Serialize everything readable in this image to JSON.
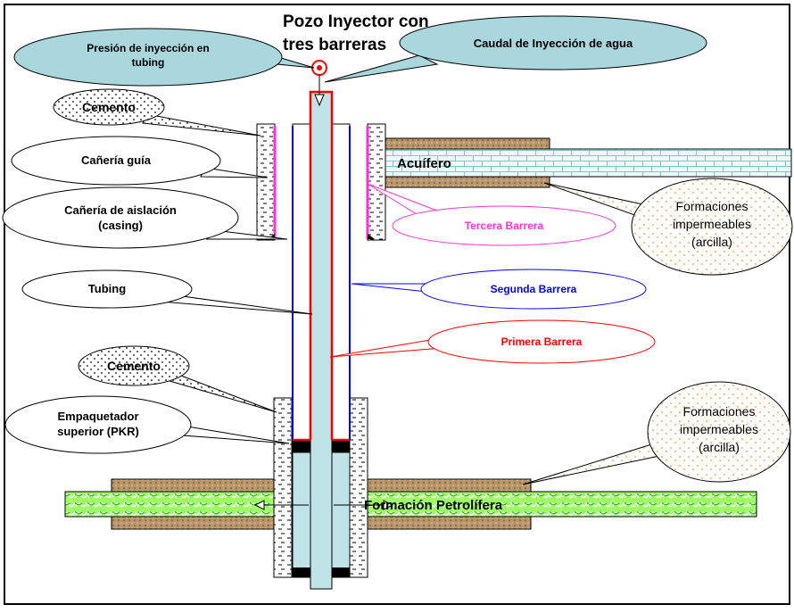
{
  "diagram": {
    "title_line1": "Pozo Inyector con",
    "title_line2": "tres barreras"
  },
  "callouts": {
    "injection_pressure_line1": "Presión de inyección en",
    "injection_pressure_line2": "tubing",
    "water_flow": "Caudal de Inyección de agua",
    "cement_top": "Cemento",
    "guide_pipe": "Cañería guía",
    "casing_line1": "Cañería de aislación",
    "casing_line2": "(casing)",
    "tubing": "Tubing",
    "cement_bottom": "Cemento",
    "packer_line1": "Empaquetador",
    "packer_line2": "superior (PKR)",
    "third_barrier": "Tercera Barrera",
    "second_barrier": "Segunda Barrera",
    "first_barrier": "Primera Barrera",
    "impermeable_top_line1": "Formaciones",
    "impermeable_top_line2": "impermeables",
    "impermeable_top_line3": "(arcilla)",
    "impermeable_bottom_line1": "Formaciones",
    "impermeable_bottom_line2": "impermeables",
    "impermeable_bottom_line3": "(arcilla)"
  },
  "layers": {
    "aquifer": "Acuífero",
    "oil_formation": "Formación Petrolífera"
  },
  "colors": {
    "third_barrier": "#ff33cc",
    "second_barrier": "#0000ff",
    "first_barrier": "#ff0000",
    "tubing_fill": "#bfe3e6",
    "callout_fill": "#a9d7dd",
    "clay": "#b8956a",
    "aquifer": "#e6f7f7",
    "oil": "#66ff33"
  }
}
